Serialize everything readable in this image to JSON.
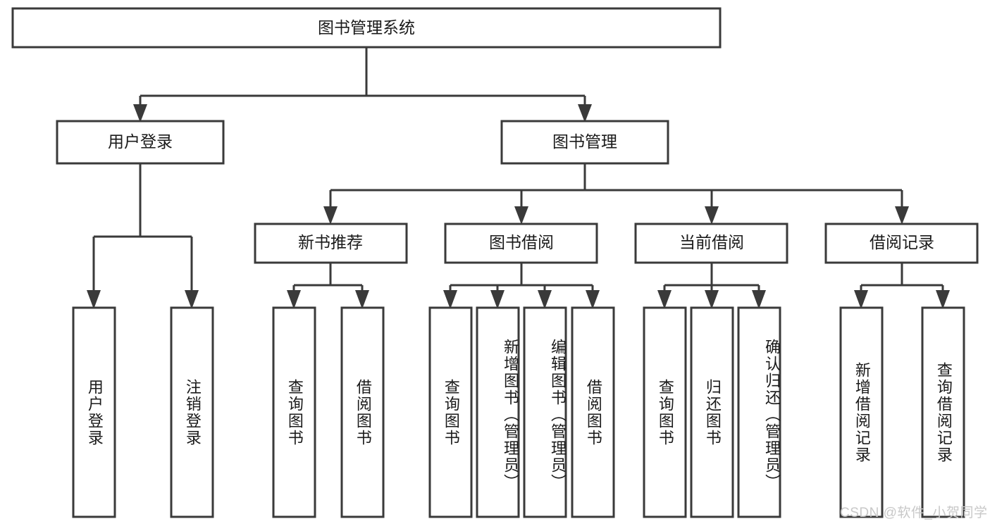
{
  "diagram": {
    "type": "tree-hierarchy-chart",
    "title": "图书管理系统",
    "root": {
      "id": "root",
      "label": "图书管理系统"
    },
    "level2": [
      {
        "id": "user-login",
        "label": "用户登录"
      },
      {
        "id": "book-management",
        "label": "图书管理"
      }
    ],
    "level3": [
      {
        "id": "new-book-recommend",
        "label": "新书推荐",
        "parent": "book-management"
      },
      {
        "id": "book-borrow",
        "label": "图书借阅",
        "parent": "book-management"
      },
      {
        "id": "current-borrow",
        "label": "当前借阅",
        "parent": "book-management"
      },
      {
        "id": "borrow-record",
        "label": "借阅记录",
        "parent": "book-management"
      }
    ],
    "leaves": [
      {
        "id": "leaf-user-login",
        "label": "用户登录",
        "parent": "user-login"
      },
      {
        "id": "leaf-logout",
        "label": "注销登录",
        "parent": "user-login"
      },
      {
        "id": "leaf-query-book-1",
        "label": "查询图书",
        "parent": "new-book-recommend"
      },
      {
        "id": "leaf-borrow-book-1",
        "label": "借阅图书",
        "parent": "new-book-recommend"
      },
      {
        "id": "leaf-query-book-2",
        "label": "查询图书",
        "parent": "book-borrow"
      },
      {
        "id": "leaf-add-book",
        "label": "新增图书（管理员）",
        "parent": "book-borrow"
      },
      {
        "id": "leaf-edit-book",
        "label": "编辑图书（管理员）",
        "parent": "book-borrow"
      },
      {
        "id": "leaf-borrow-book-2",
        "label": "借阅图书",
        "parent": "book-borrow"
      },
      {
        "id": "leaf-query-book-3",
        "label": "查询图书",
        "parent": "current-borrow"
      },
      {
        "id": "leaf-return-book",
        "label": "归还图书",
        "parent": "current-borrow"
      },
      {
        "id": "leaf-confirm-return",
        "label": "确认归还（管理员）",
        "parent": "current-borrow"
      },
      {
        "id": "leaf-add-record",
        "label": "新增借阅记录",
        "parent": "borrow-record"
      },
      {
        "id": "leaf-query-record",
        "label": "查询借阅记录",
        "parent": "borrow-record"
      }
    ],
    "colors": {
      "stroke": "#3a3a3a",
      "box_fill": "#ffffff",
      "text": "#1a1a1a",
      "background": "#ffffff",
      "watermark": "#c8c8c8"
    }
  },
  "watermark": {
    "text": "CSDN @软件_小贺同学"
  }
}
